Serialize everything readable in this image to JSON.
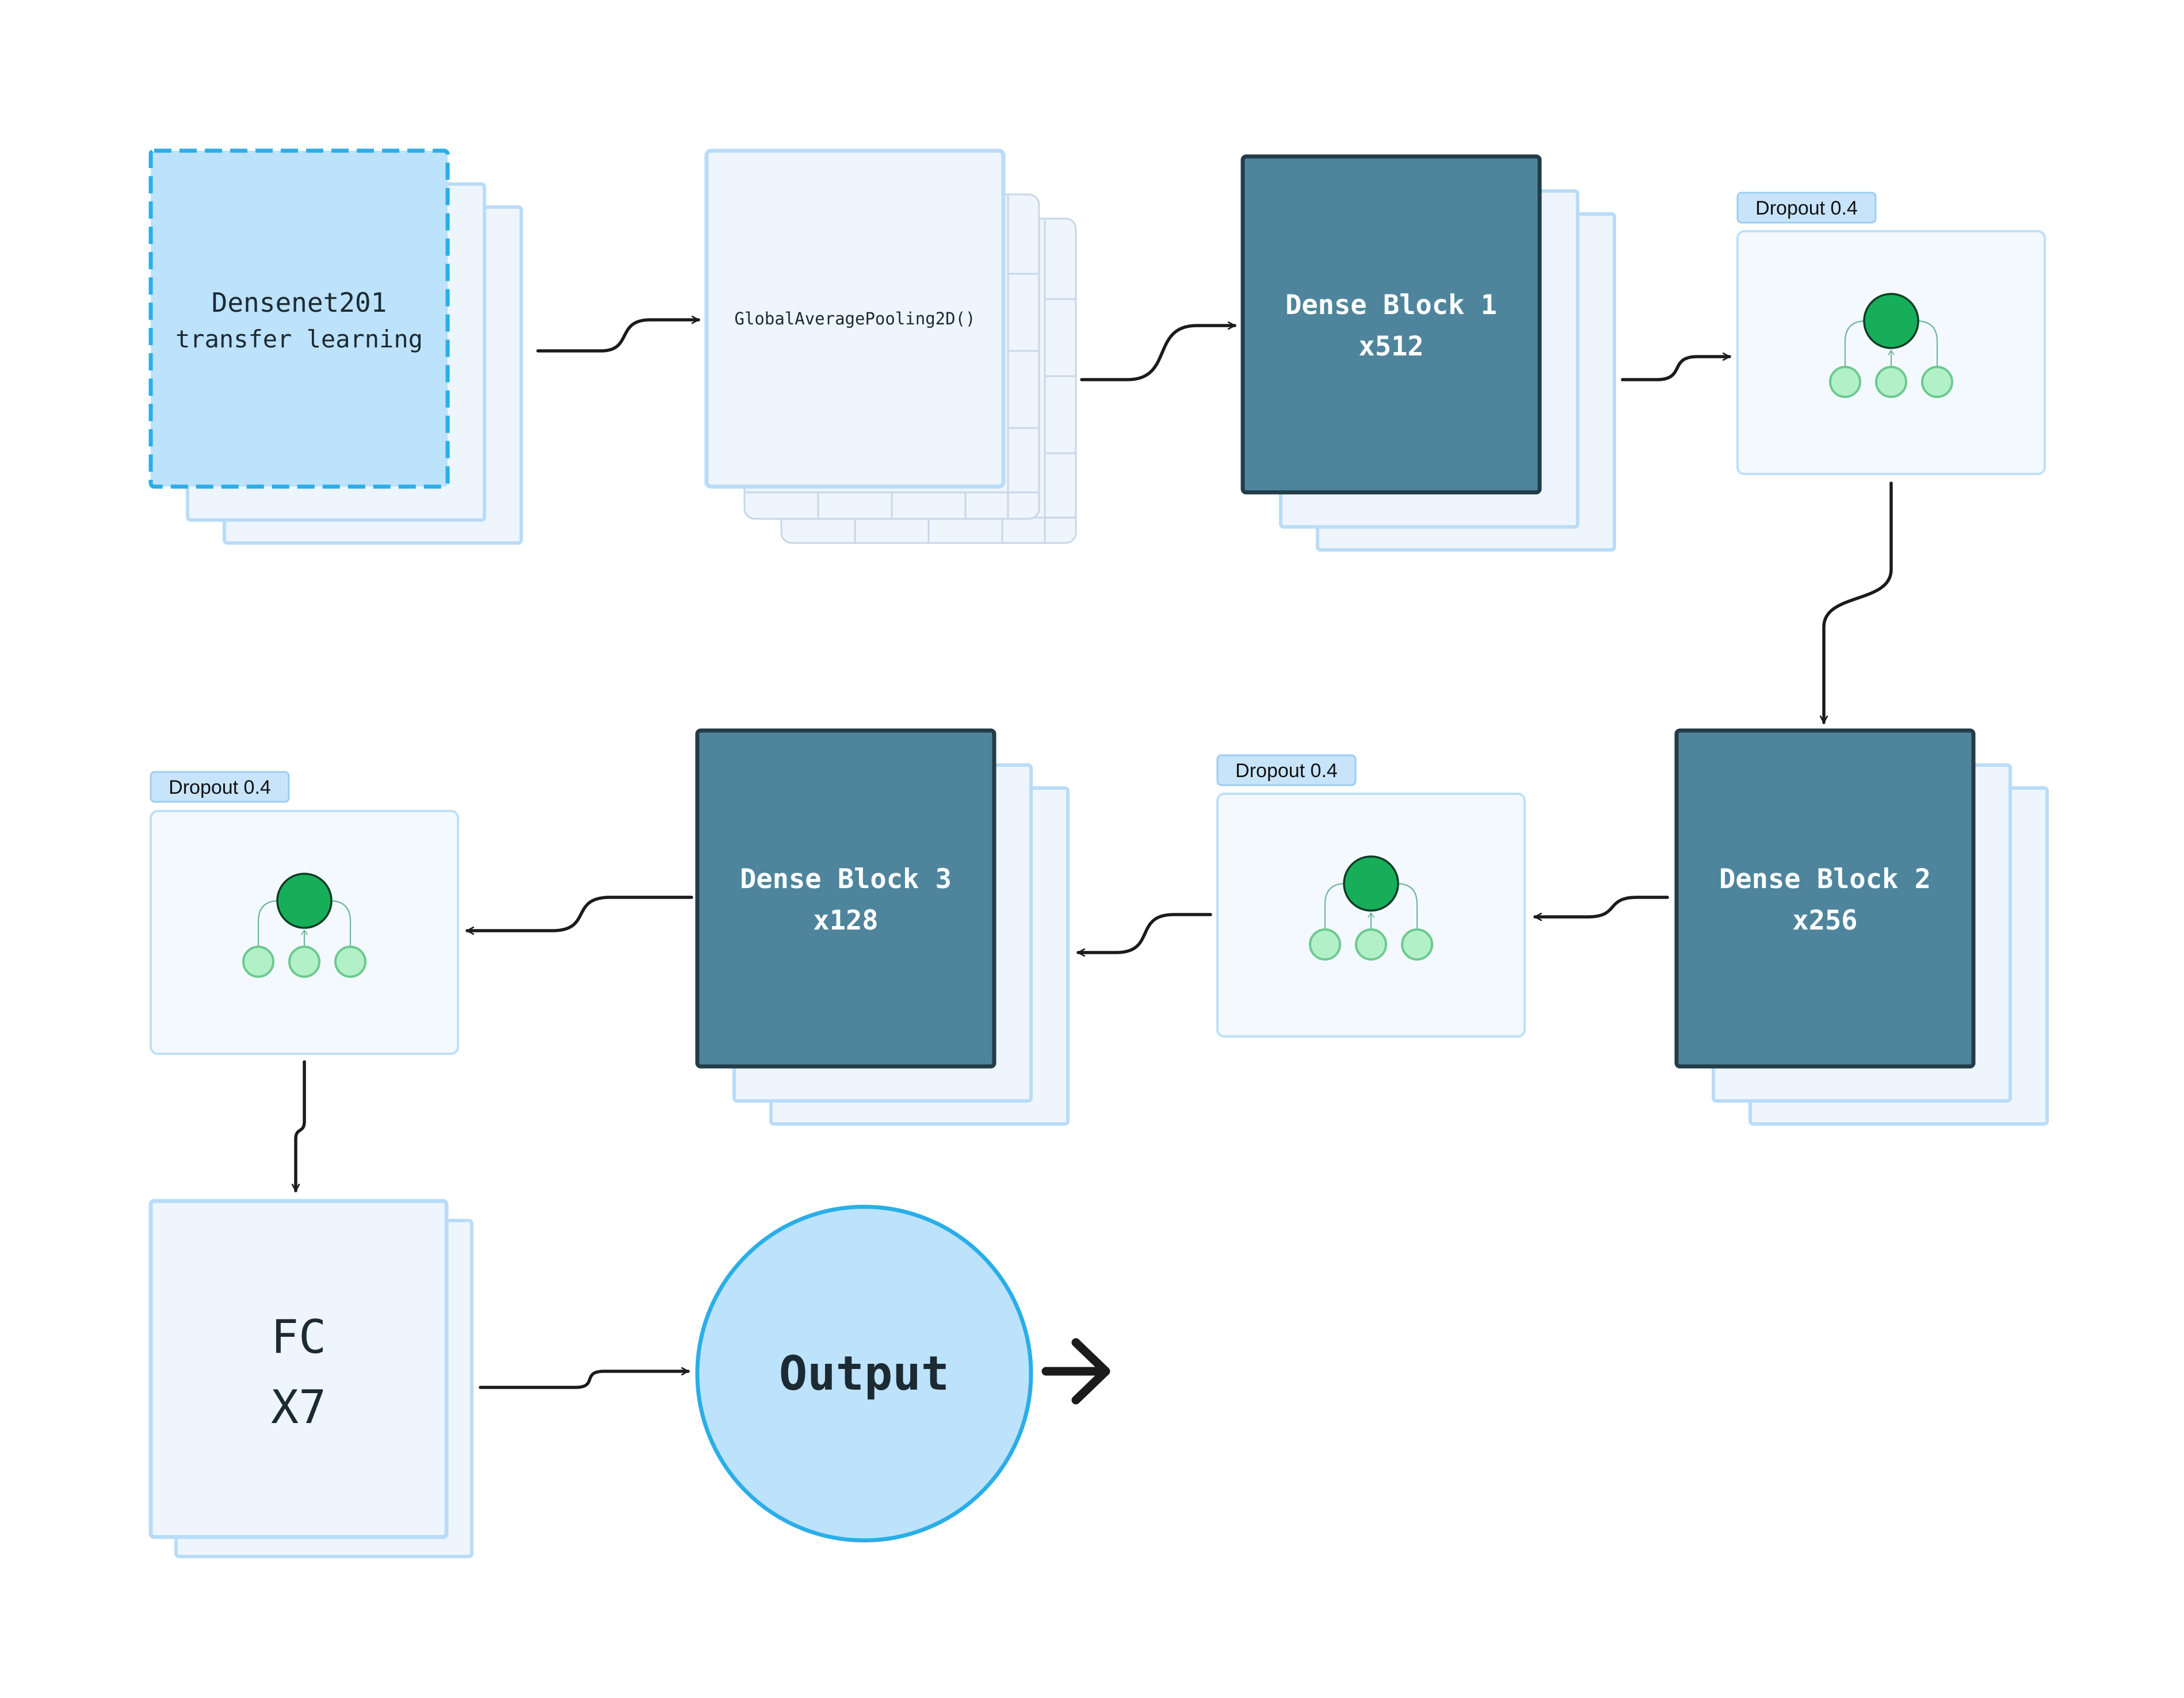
{
  "nodes": {
    "densenet": {
      "title": "Densenet201",
      "subtitle": "transfer learning"
    },
    "gap": {
      "label": "GlobalAveragePooling2D()"
    },
    "dense1": {
      "title": "Dense Block 1",
      "units": "x512"
    },
    "dropout1": {
      "label": "Dropout 0.4"
    },
    "dense2": {
      "title": "Dense Block 2",
      "units": "x256"
    },
    "dropout2": {
      "label": "Dropout 0.4"
    },
    "dense3": {
      "title": "Dense Block 3",
      "units": "x128"
    },
    "dropout3": {
      "label": "Dropout 0.4"
    },
    "fc": {
      "title": "FC",
      "units": "X7"
    },
    "output": {
      "label": "Output"
    }
  },
  "colors": {
    "light_fill": "#eef5fd",
    "light_stroke": "#b9dcf8",
    "input_fill": "#bde2fb",
    "input_stroke": "#2aaee8",
    "dense_fill": "#4e859c",
    "dense_stroke": "#233c47",
    "dense_text": "#ffffff",
    "node_dark": "#17ae5a",
    "node_light": "#b2f0c8",
    "node_light_stroke": "#6cc98f",
    "arrow": "#1b1b1b",
    "badge_fill": "#c7e4fa"
  }
}
